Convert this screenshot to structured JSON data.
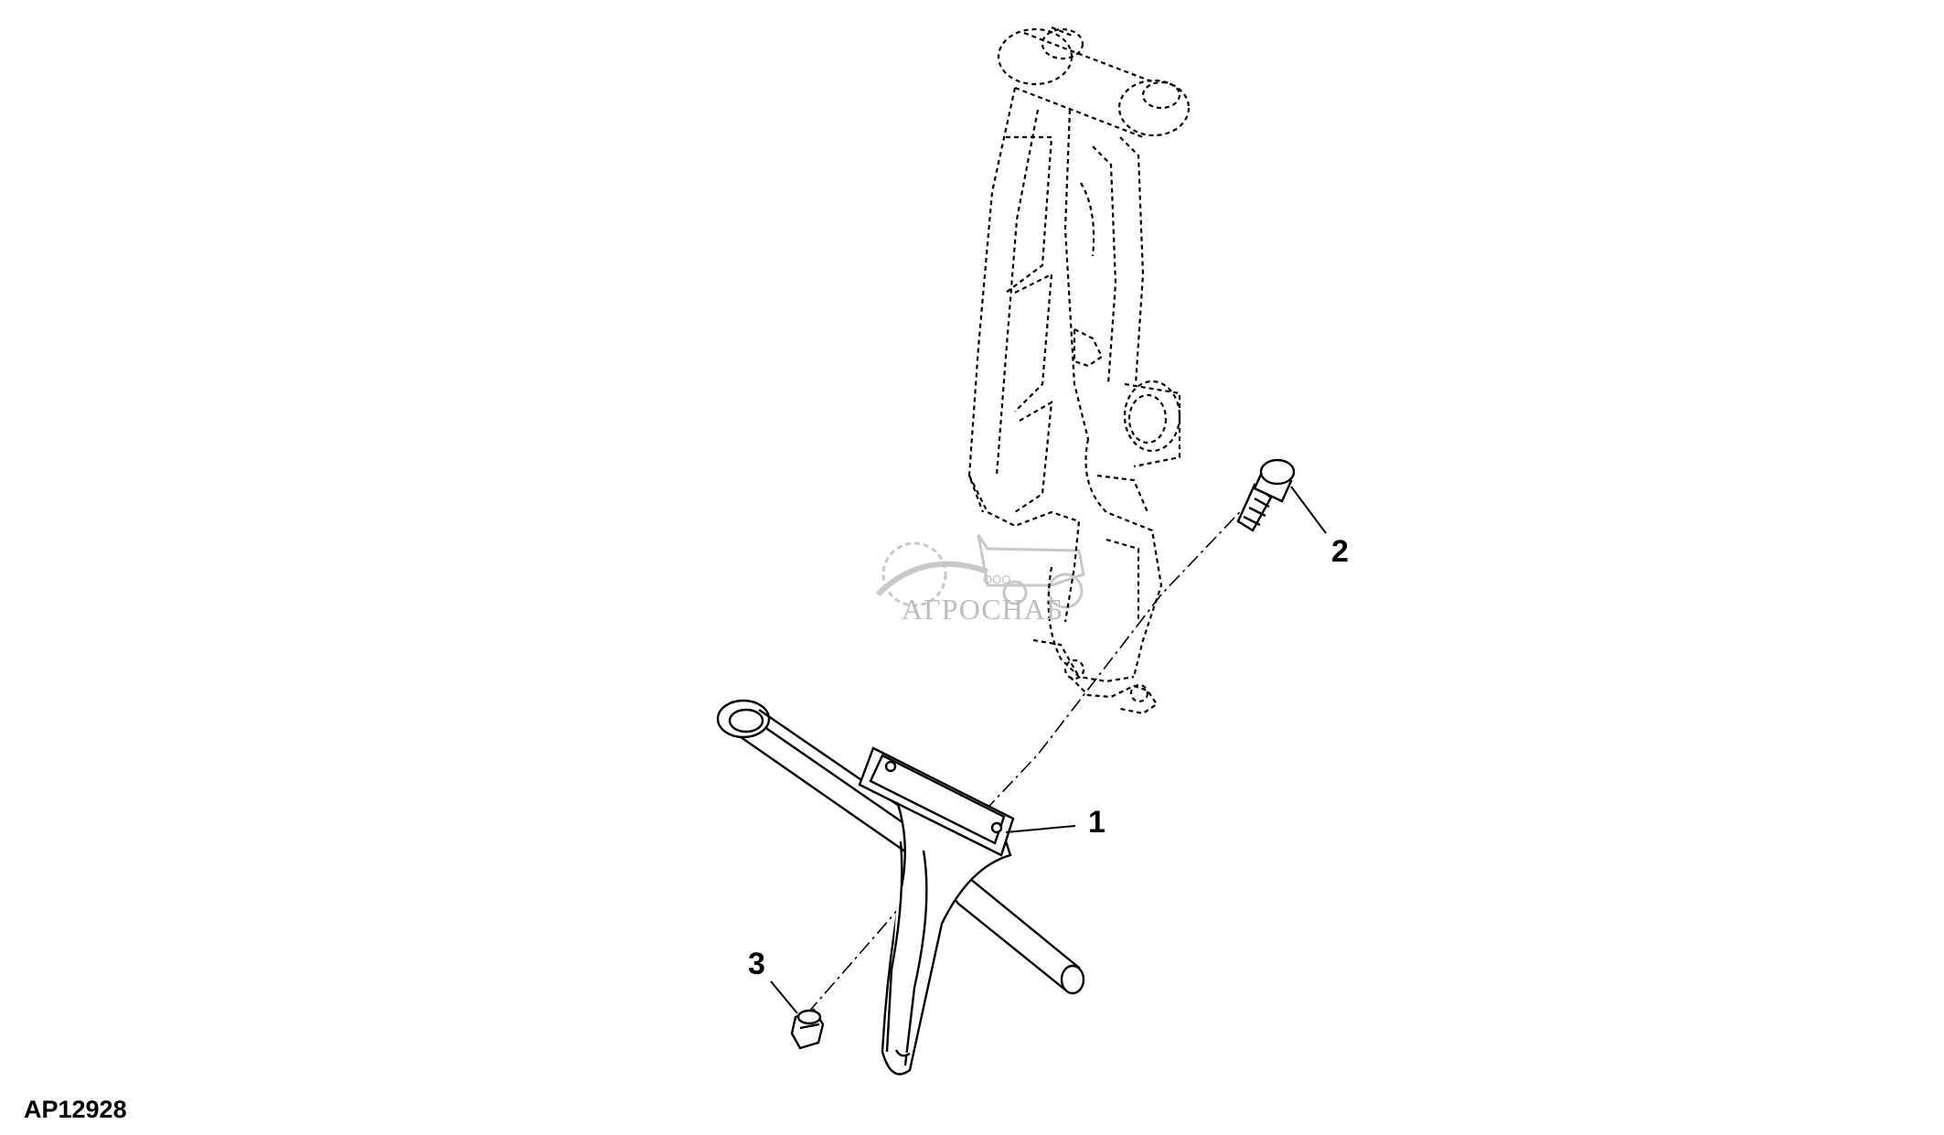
{
  "callouts": {
    "item_1": "1",
    "item_2": "2",
    "item_3": "3"
  },
  "figure_id": "AP12928",
  "watermark": {
    "company_prefix": "ООО",
    "company_name": "АГРОСНАБ"
  },
  "colors": {
    "line": "#000000",
    "watermark": "#bdbdbd",
    "background": "#ffffff"
  }
}
